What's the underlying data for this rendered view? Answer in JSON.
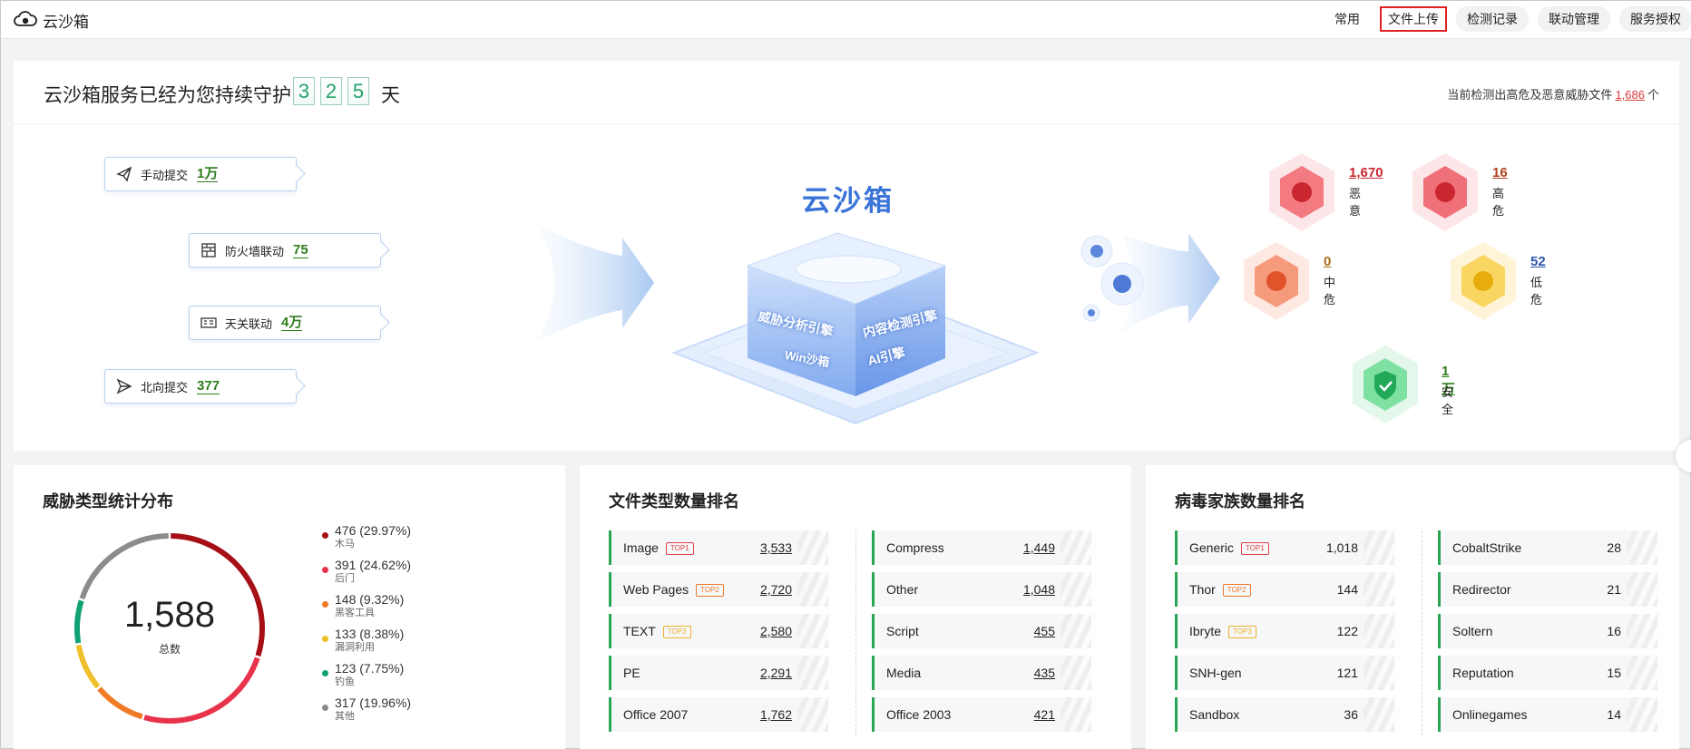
{
  "app": {
    "title": "云沙箱"
  },
  "nav": [
    {
      "label": "常用"
    },
    {
      "label": "文件上传"
    },
    {
      "label": "检测记录"
    },
    {
      "label": "联动管理"
    },
    {
      "label": "服务授权"
    }
  ],
  "hero": {
    "guard_text": "云沙箱服务已经为您持续守护",
    "days_digits": [
      "3",
      "2",
      "5"
    ],
    "day_unit": "天",
    "threat_prefix": "当前检测出高危及恶意威胁文件",
    "threat_count": "1,686",
    "threat_suffix": "个"
  },
  "sources": [
    {
      "label": "手动提交",
      "value": "1万",
      "icon": "paper-plane-icon"
    },
    {
      "label": "防火墙联动",
      "value": "75",
      "icon": "firewall-icon"
    },
    {
      "label": "天关联动",
      "value": "4万",
      "icon": "gateway-icon"
    },
    {
      "label": "北向提交",
      "value": "377",
      "icon": "send-icon"
    }
  ],
  "engine": {
    "title": "云沙箱",
    "labels": [
      "威胁分析引擎",
      "内容检测引擎",
      "Win沙箱",
      "AI引擎"
    ]
  },
  "results": [
    {
      "value": "1,670",
      "label": "恶意",
      "color": "#c9262f"
    },
    {
      "value": "16",
      "label": "高危",
      "color": "#b2431f"
    },
    {
      "value": "0",
      "label": "中危",
      "color": "#a46c17"
    },
    {
      "value": "52",
      "label": "低危",
      "color": "#2c57a8"
    },
    {
      "value": "1万",
      "label": "安全",
      "color": "#2e7d1e"
    }
  ],
  "threat_types": {
    "title": "威胁类型统计分布",
    "total": "1,588",
    "total_label": "总数",
    "items": [
      {
        "value": "476 (29.97%)",
        "label": "木马",
        "color": "#a50f15"
      },
      {
        "value": "391 (24.62%)",
        "label": "后门",
        "color": "#e8334a"
      },
      {
        "value": "148 (9.32%)",
        "label": "黑客工具",
        "color": "#f07a25"
      },
      {
        "value": "133 (8.38%)",
        "label": "漏洞利用",
        "color": "#efc02a"
      },
      {
        "value": "123 (7.75%)",
        "label": "钓鱼",
        "color": "#11a074"
      },
      {
        "value": "317 (19.96%)",
        "label": "其他",
        "color": "#8c8c8c"
      }
    ]
  },
  "file_types": {
    "title": "文件类型数量排名",
    "left": [
      {
        "name": "Image",
        "tag": "TOP1",
        "count": "3,533"
      },
      {
        "name": "Web Pages",
        "tag": "TOP2",
        "count": "2,720"
      },
      {
        "name": "TEXT",
        "tag": "TOP3",
        "count": "2,580"
      },
      {
        "name": "PE",
        "tag": "",
        "count": "2,291"
      },
      {
        "name": "Office 2007",
        "tag": "",
        "count": "1,762"
      }
    ],
    "right": [
      {
        "name": "Compress",
        "tag": "",
        "count": "1,449"
      },
      {
        "name": "Other",
        "tag": "",
        "count": "1,048"
      },
      {
        "name": "Script",
        "tag": "",
        "count": "455"
      },
      {
        "name": "Media",
        "tag": "",
        "count": "435"
      },
      {
        "name": "Office 2003",
        "tag": "",
        "count": "421"
      }
    ]
  },
  "virus_families": {
    "title": "病毒家族数量排名",
    "left": [
      {
        "name": "Generic",
        "tag": "TOP1",
        "count": "1,018"
      },
      {
        "name": "Thor",
        "tag": "TOP2",
        "count": "144"
      },
      {
        "name": "Ibryte",
        "tag": "TOP3",
        "count": "122"
      },
      {
        "name": "SNH-gen",
        "tag": "",
        "count": "121"
      },
      {
        "name": "Sandbox",
        "tag": "",
        "count": "36"
      }
    ],
    "right": [
      {
        "name": "CobaltStrike",
        "tag": "",
        "count": "28"
      },
      {
        "name": "Redirector",
        "tag": "",
        "count": "21"
      },
      {
        "name": "Soltern",
        "tag": "",
        "count": "16"
      },
      {
        "name": "Reputation",
        "tag": "",
        "count": "15"
      },
      {
        "name": "Onlinegames",
        "tag": "",
        "count": "14"
      }
    ]
  },
  "tag_colors": {
    "TOP1": "#e0434d",
    "TOP2": "#ef7a2e",
    "TOP3": "#edb12a"
  }
}
